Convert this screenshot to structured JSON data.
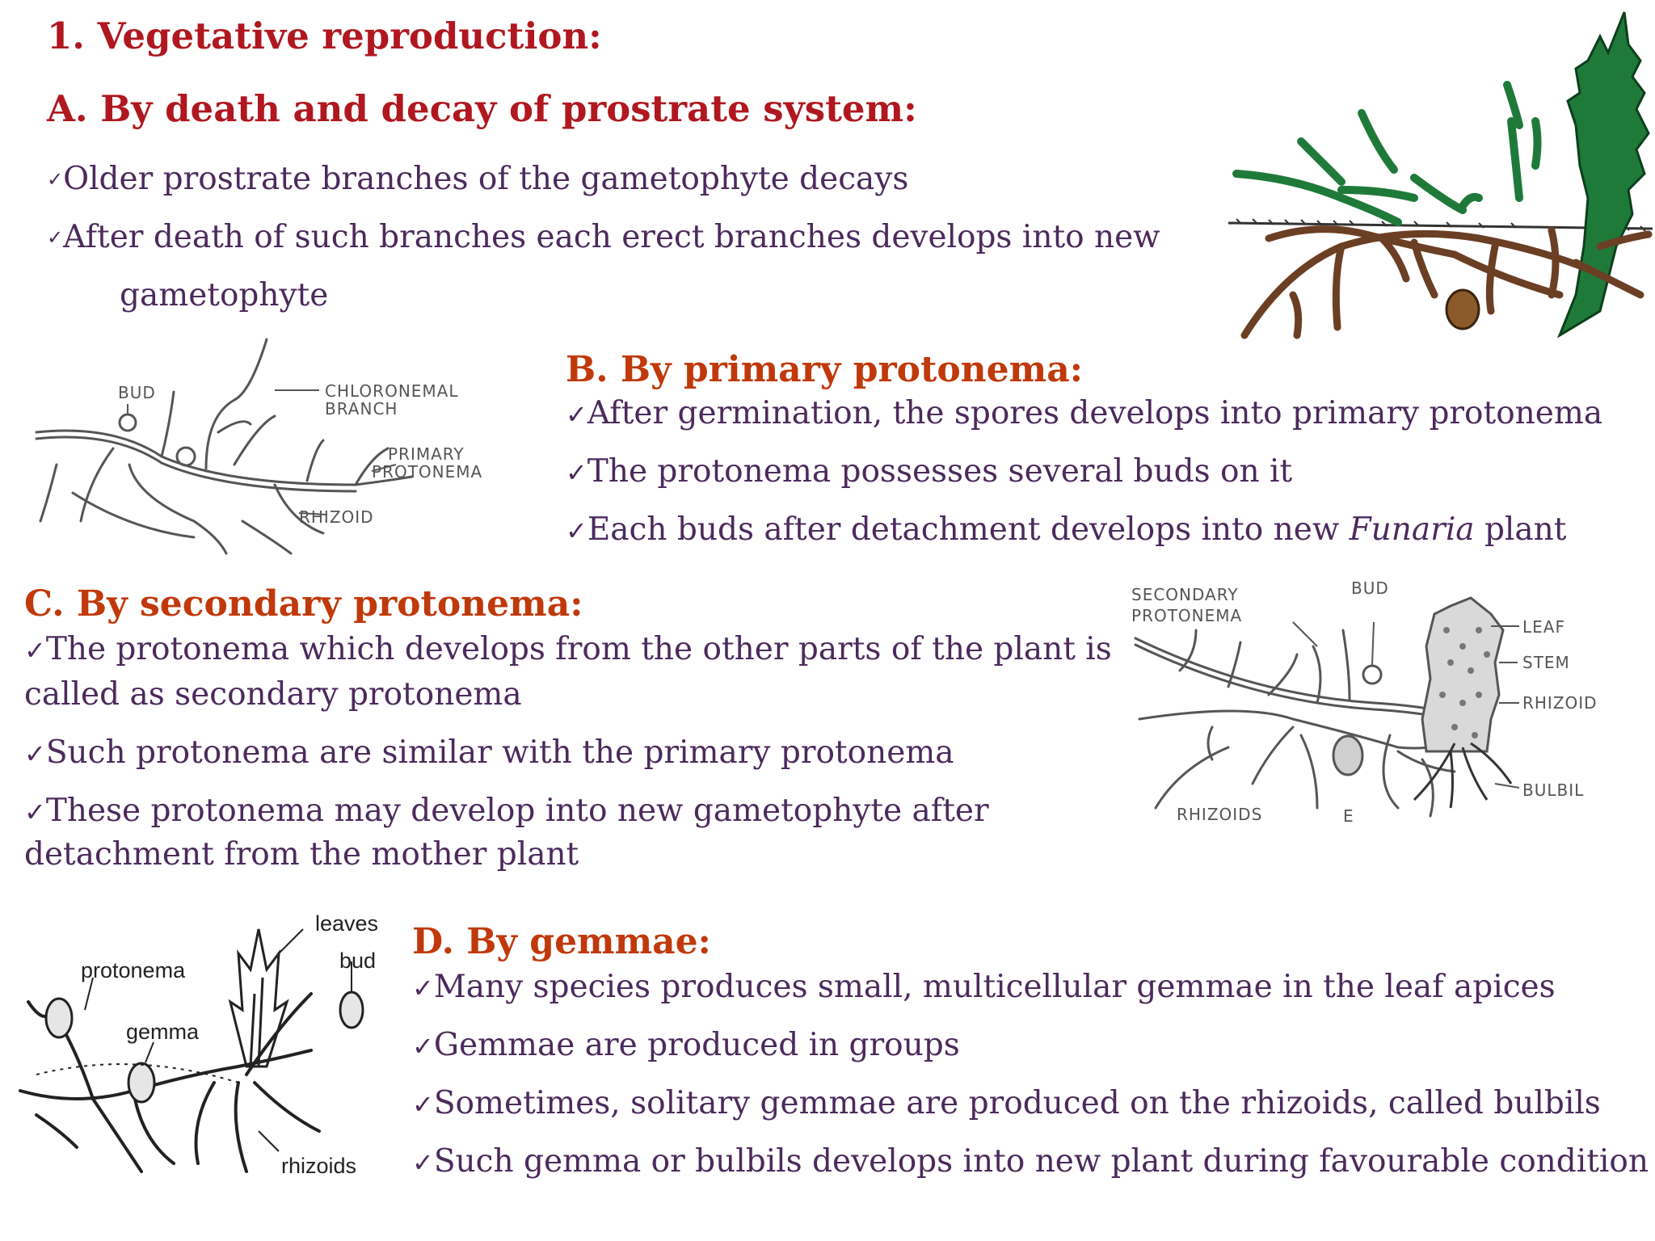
{
  "title": "1. Vegetative reproduction:",
  "section_a": {
    "heading": "A. By death and decay of prostrate system:",
    "bullets": [
      "Older prostrate branches of the gametophyte decays",
      "After death of such branches each erect branches develops into new",
      "gametophyte"
    ]
  },
  "section_b": {
    "heading": "B. By primary protonema:",
    "bullets": [
      "After germination, the spores develops into primary protonema",
      "The protonema possesses several buds on it",
      "Each buds after detachment develops into new",
      "Funaria",
      "plant"
    ]
  },
  "section_c": {
    "heading": "C. By secondary protonema:",
    "bullets": [
      "The protonema which develops from the other parts of the plant is",
      "called as secondary protonema",
      "Such protonema are similar with the primary protonema",
      "These protonema may develop into new gametophyte after",
      "detachment from the mother plant"
    ]
  },
  "section_d": {
    "heading": "D. By gemmae:",
    "bullets": [
      "Many species produces small, multicellular gemmae in the leaf apices",
      "Gemmae are produced in groups",
      "Sometimes, solitary gemmae are produced on the rhizoids, called bulbils",
      "Such gemma or bulbils develops into new plant during favourable condition"
    ]
  },
  "check_glyph": "✓",
  "figure_primary_labels": [
    "BUD",
    "CHLORONEMAL",
    "BRANCH",
    "PRIMARY",
    "PROTONEMA",
    "RHIZOID"
  ],
  "figure_secondary_labels": [
    "SECONDARY",
    "PROTONEMA",
    "BUD",
    "LEAF",
    "STEM",
    "RHIZOID",
    "BULBIL",
    "RHIZOIDS",
    "E"
  ],
  "figure_gemmae_labels": [
    "leaves",
    "bud",
    "protonema",
    "gemma",
    "rhizoids"
  ],
  "colors": {
    "heading_red": "#b0171f",
    "heading_orange": "#c0390b",
    "body_purple": "#4b2a5c",
    "moss_green": "#1f7a3a",
    "rhizoid_brown": "#6b3f24"
  }
}
